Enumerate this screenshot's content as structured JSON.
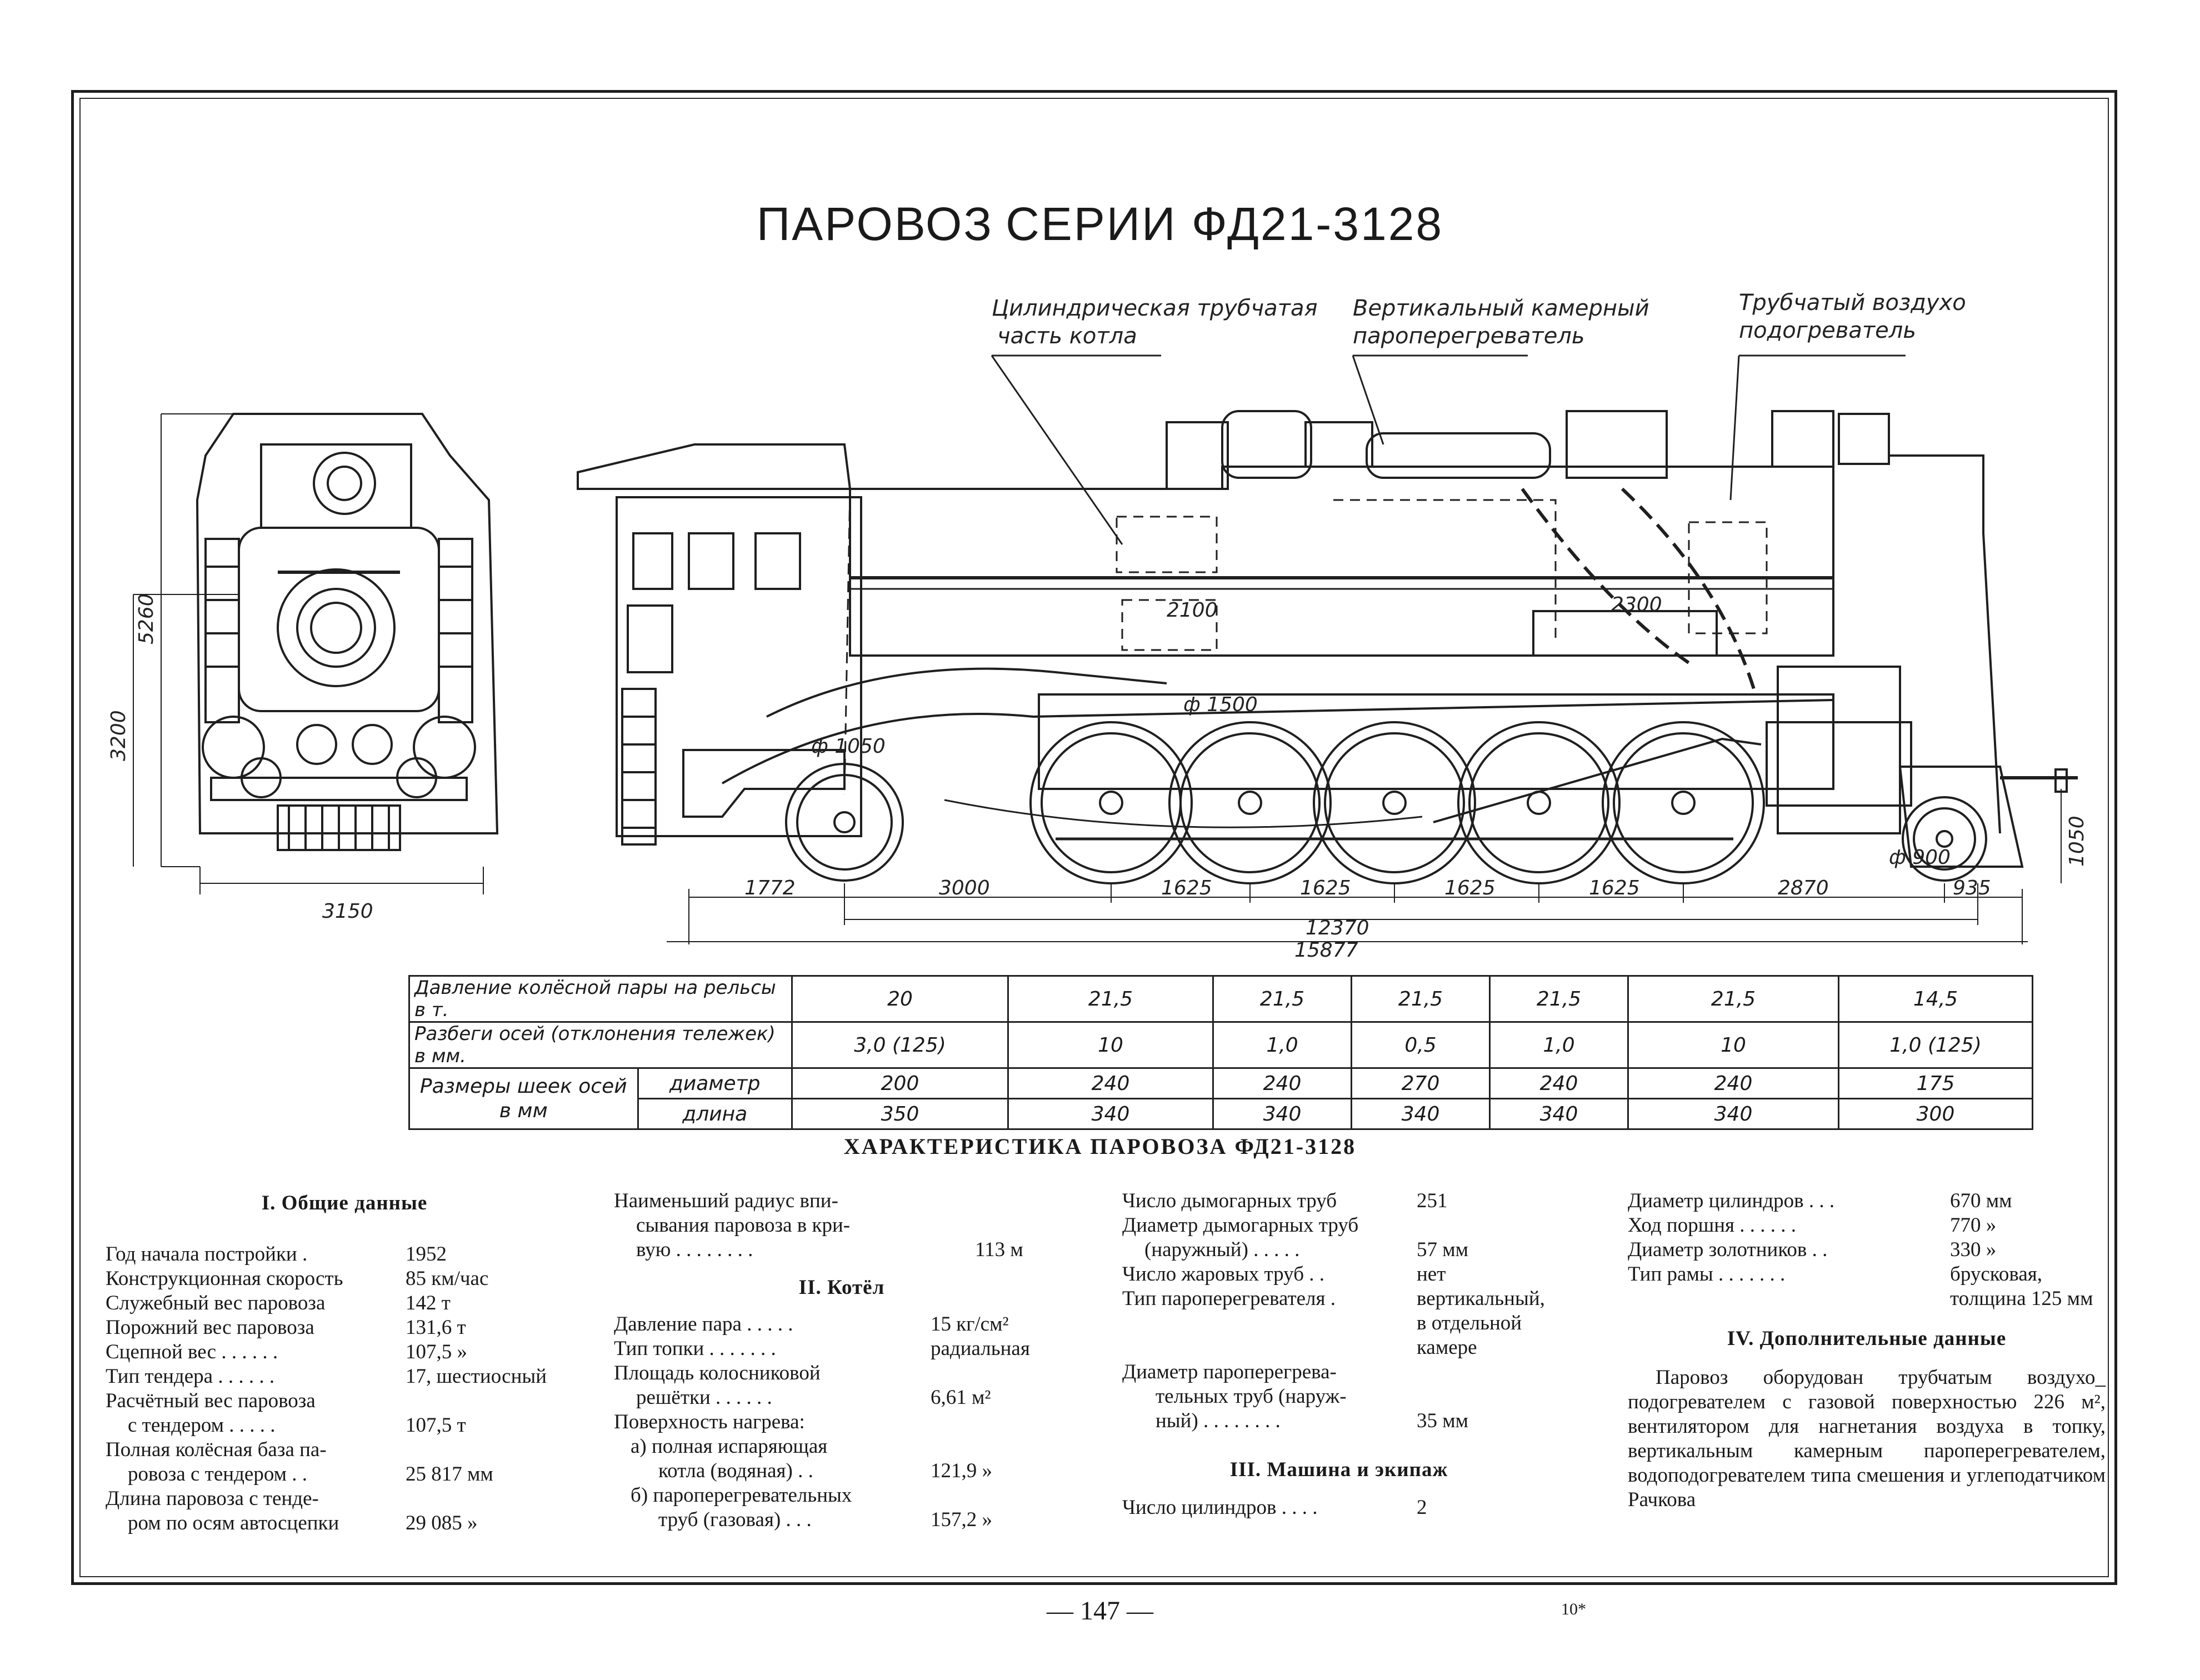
{
  "title": {
    "main": "ПАРОВОЗ",
    "series": "СЕРИИ ФД21-3128"
  },
  "callouts": [
    {
      "line1": "Цилиндрическая трубчатая",
      "line2": "часть котла"
    },
    {
      "line1": "Вертикальный камерный",
      "line2": "пароперегреватель"
    },
    {
      "line1": "Трубчатый воздухо",
      "line2": "подогреватель"
    }
  ],
  "dimensions": {
    "front_height_total": "5260",
    "front_height_axle": "3200",
    "front_width": "3150",
    "boiler_dia": "ф 1500",
    "tender_wheel_dia": "ф 1050",
    "pony_wheel_dia": "ф 900",
    "section_2100": "2100",
    "section_2300": "2300",
    "buffer_height": "1050",
    "wheelbase_segments": [
      "1772",
      "3000",
      "1625",
      "1625",
      "1625",
      "1625",
      "2870",
      "935"
    ],
    "wheelbase_loco": "12370",
    "wheelbase_total": "15877"
  },
  "axle_table": {
    "rows": [
      {
        "label": "Давление колёсной пары на рельсы в т.",
        "values": [
          "20",
          "21,5",
          "21,5",
          "21,5",
          "21,5",
          "21,5",
          "14,5"
        ]
      },
      {
        "label": "Разбеги осей (отклонения тележек) в мм.",
        "values": [
          "3,0  (125)",
          "10",
          "1,0",
          "0,5",
          "1,0",
          "10",
          "1,0 (125)"
        ]
      }
    ],
    "group_label": "Размеры шеек осей в мм",
    "sub_rows": [
      {
        "label": "диаметр",
        "values": [
          "200",
          "240",
          "240",
          "270",
          "240",
          "240",
          "175"
        ]
      },
      {
        "label": "длина",
        "values": [
          "350",
          "340",
          "340",
          "340",
          "340",
          "340",
          "300"
        ]
      }
    ]
  },
  "characteristics_title": "ХАРАКТЕРИСТИКА ПАРОВОЗА ФД21-3128",
  "section1": {
    "title": "I. Общие данные",
    "rows": [
      {
        "k": "Год начала постройки   .",
        "v": "1952"
      },
      {
        "k": "Конструкционная скорость",
        "v": "85 км/час"
      },
      {
        "k": "Служебный вес паровоза",
        "v": "142 т"
      },
      {
        "k": "Порожний вес паровоза",
        "v": "131,6 т"
      },
      {
        "k": "Сцепной вес   .   .   .   .   .   .",
        "v": "107,5  »"
      },
      {
        "k": "Тип тендера   .   .   .   .   .   .",
        "v": "17, шестиосный"
      },
      {
        "k": "Расчётный вес паровоза",
        "v": ""
      },
      {
        "k": "с тендером   .   .   .   .   .",
        "v": "107,5 т"
      },
      {
        "k": "Полная колёсная база па-",
        "v": ""
      },
      {
        "k": "ровоза с тендером   .   .",
        "v": "25 817 мм"
      },
      {
        "k": "Длина паровоза с тенде-",
        "v": ""
      },
      {
        "k": "ром по осям автосцепки",
        "v": "29 085  »"
      }
    ]
  },
  "section1b": {
    "radius_lines": [
      "Наименьший радиус впи-",
      "сывания паровоза в кри-",
      "вую   .   .   .   .   .   .   .   ."
    ],
    "radius_value": "113 м"
  },
  "section2": {
    "title": "II. Котёл",
    "rows": [
      {
        "k": "Давление пара   .   .   .   .   .",
        "v": "15 кг/см²"
      },
      {
        "k": "Тип топки   .   .   .   .   .   .   .",
        "v": "радиальная"
      },
      {
        "k": "Площадь   колосниковой",
        "v": ""
      },
      {
        "k": "решётки   .   .   .   .   .   .",
        "v": "6,61 м²"
      },
      {
        "k": "Поверхность нагрева:",
        "v": ""
      },
      {
        "k": "а) полная   испаряющая",
        "v": ""
      },
      {
        "k": "котла (водяная)   .   .",
        "v": "121,9  »"
      },
      {
        "k": "б) пароперегревательных",
        "v": ""
      },
      {
        "k": "труб (газовая)   .   .   .",
        "v": "157,2  »"
      }
    ]
  },
  "section2b": {
    "rows": [
      {
        "k": "Число дымогарных труб",
        "v": "251"
      },
      {
        "k": "Диаметр дымогарных труб",
        "v": ""
      },
      {
        "k": "(наружный)   .   .   .   .   .",
        "v": "57 мм"
      },
      {
        "k": "Число жаровых труб   .   .",
        "v": "нет"
      },
      {
        "k": "Тип пароперегревателя   .",
        "v": "вертикальный,"
      },
      {
        "k": "",
        "v": "в отдельной"
      },
      {
        "k": "",
        "v": "камере"
      },
      {
        "k": "Диаметр   пароперегрева-",
        "v": ""
      },
      {
        "k": "тельных труб (наруж-",
        "v": ""
      },
      {
        "k": "ный)   .   .   .   .   .   .   .   .",
        "v": "35 мм"
      }
    ]
  },
  "section3": {
    "title": "III. Машина и экипаж",
    "rows": [
      {
        "k": "Число цилиндров   .   .   .   .",
        "v": "2"
      }
    ]
  },
  "section3b": {
    "rows": [
      {
        "k": "Диаметр цилиндров   .   .   .",
        "v": "670 мм"
      },
      {
        "k": "Ход поршня   .   .   .   .   .   .",
        "v": "770  »"
      },
      {
        "k": "Диаметр золотников   .   .",
        "v": "330  »"
      },
      {
        "k": "Тип рамы   .   .   .   .   .   .   .",
        "v": "брусковая,"
      },
      {
        "k": "",
        "v": "толщина 125 мм"
      }
    ]
  },
  "section4": {
    "title": "IV. Дополнительные данные",
    "text": "Паровоз оборудован трубчатым воздухо_ подогревателем с газовой поверхностью 226 м², вентилятором для нагнетания воздуха в топку, вертикальным камерным пароперегревателем, водоподогревателем типа смешения и углеподатчиком Рачкова"
  },
  "page_number": "— 147 —",
  "signature": "10*"
}
